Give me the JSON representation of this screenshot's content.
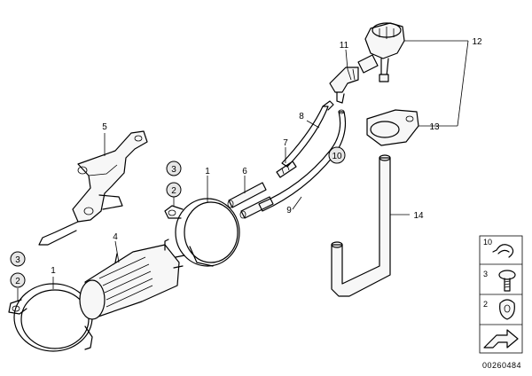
{
  "callouts": {
    "c1a": "1",
    "c1b": "1",
    "c2a": "2",
    "c2b": "2",
    "c3a": "3",
    "c3b": "3",
    "c4": "4",
    "c5": "5",
    "c6": "6",
    "c7": "7",
    "c8": "8",
    "c9": "9",
    "c10": "10",
    "c11": "11",
    "c12": "12",
    "c13": "13",
    "c14": "14"
  },
  "legend": {
    "item_10": "10",
    "item_3": "3",
    "item_2": "2"
  },
  "diagram_code": "00260484"
}
